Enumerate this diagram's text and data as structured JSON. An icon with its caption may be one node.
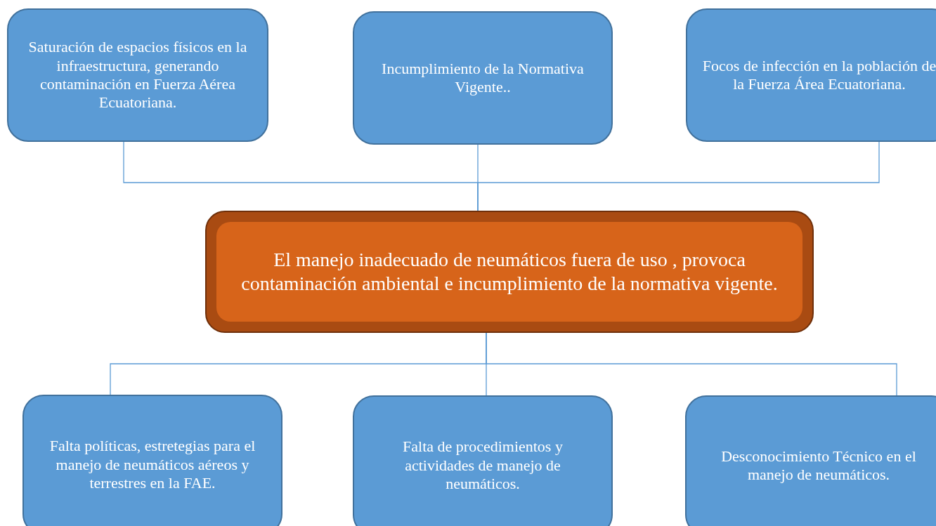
{
  "diagram": {
    "nodes": [
      {
        "text": [
          "Saturación de espacios físicos en la infraestructura, generando contaminación en Fuerza Aérea Ecuatoriana."
        ]
      },
      {
        "text": [
          "Incumplimiento de la Normativa Vigente.."
        ]
      },
      {
        "text": [
          "Focos de infección en la población de la Fuerza Área Ecuatoriana."
        ]
      },
      {
        "text": [
          "El manejo inadecuado de neumáticos fuera de uso , provoca contaminación ambiental e incumplimiento de la normativa vigente."
        ]
      },
      {
        "text": [
          "Falta políticas, estretegias para el manejo de neumáticos aéreos y terrestres en la FAE."
        ]
      },
      {
        "text": [
          "Falta de procedimientos y actividades de manejo de neumáticos."
        ]
      },
      {
        "text": [
          "Desconocimiento Técnico en el manejo de neumáticos."
        ]
      }
    ],
    "edges": [
      {
        "from": 3,
        "to": 0,
        "arrow": "none"
      },
      {
        "from": 3,
        "to": 1,
        "arrow": "none"
      },
      {
        "from": 3,
        "to": 2,
        "arrow": "none"
      },
      {
        "from": 3,
        "to": 4,
        "arrow": "none"
      },
      {
        "from": 3,
        "to": 5,
        "arrow": "none"
      },
      {
        "from": 3,
        "to": 6,
        "arrow": "none"
      }
    ]
  }
}
